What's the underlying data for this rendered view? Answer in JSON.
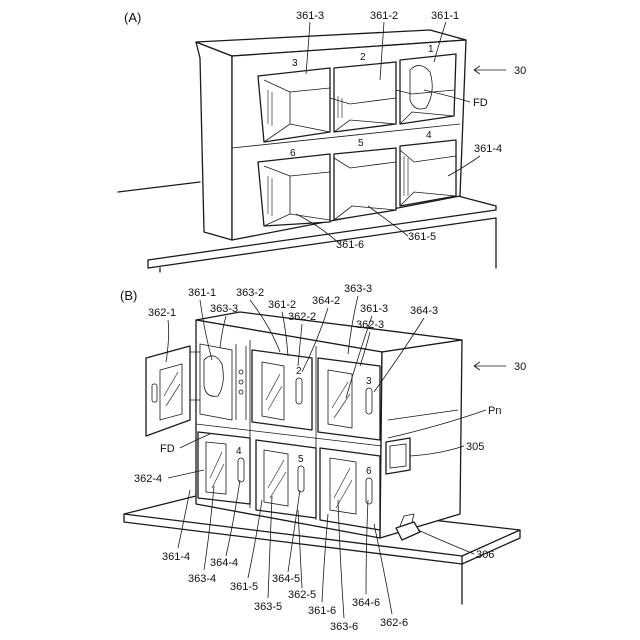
{
  "figure_a": {
    "label": "(A)",
    "ref_device": "30",
    "ref_fd": "FD",
    "compartments": [
      "361-1",
      "361-2",
      "361-3",
      "361-4",
      "361-5",
      "361-6"
    ],
    "numbers": [
      "1",
      "2",
      "3",
      "4",
      "5",
      "6"
    ]
  },
  "figure_b": {
    "label": "(B)",
    "ref_device": "30",
    "ref_fd": "FD",
    "ref_pn": "Pn",
    "ref_305": "305",
    "ref_306": "306",
    "labels": {
      "l_361_1": "361-1",
      "l_362_1": "362-1",
      "l_363_3a": "363-3",
      "l_363_2": "363-2",
      "l_361_2": "361-2",
      "l_364_2": "364-2",
      "l_362_2": "362-2",
      "l_363_3b": "363-3",
      "l_361_3": "361-3",
      "l_362_3": "362-3",
      "l_364_3": "364-3",
      "l_362_4": "362-4",
      "l_361_4": "361-4",
      "l_363_4": "363-4",
      "l_364_4": "364-4",
      "l_361_5": "361-5",
      "l_364_5": "364-5",
      "l_363_5": "363-5",
      "l_362_5": "362-5",
      "l_361_6": "361-6",
      "l_364_6": "364-6",
      "l_363_6": "363-6",
      "l_362_6": "362-6"
    },
    "door_numbers": [
      "2",
      "3",
      "4",
      "5",
      "6"
    ]
  }
}
